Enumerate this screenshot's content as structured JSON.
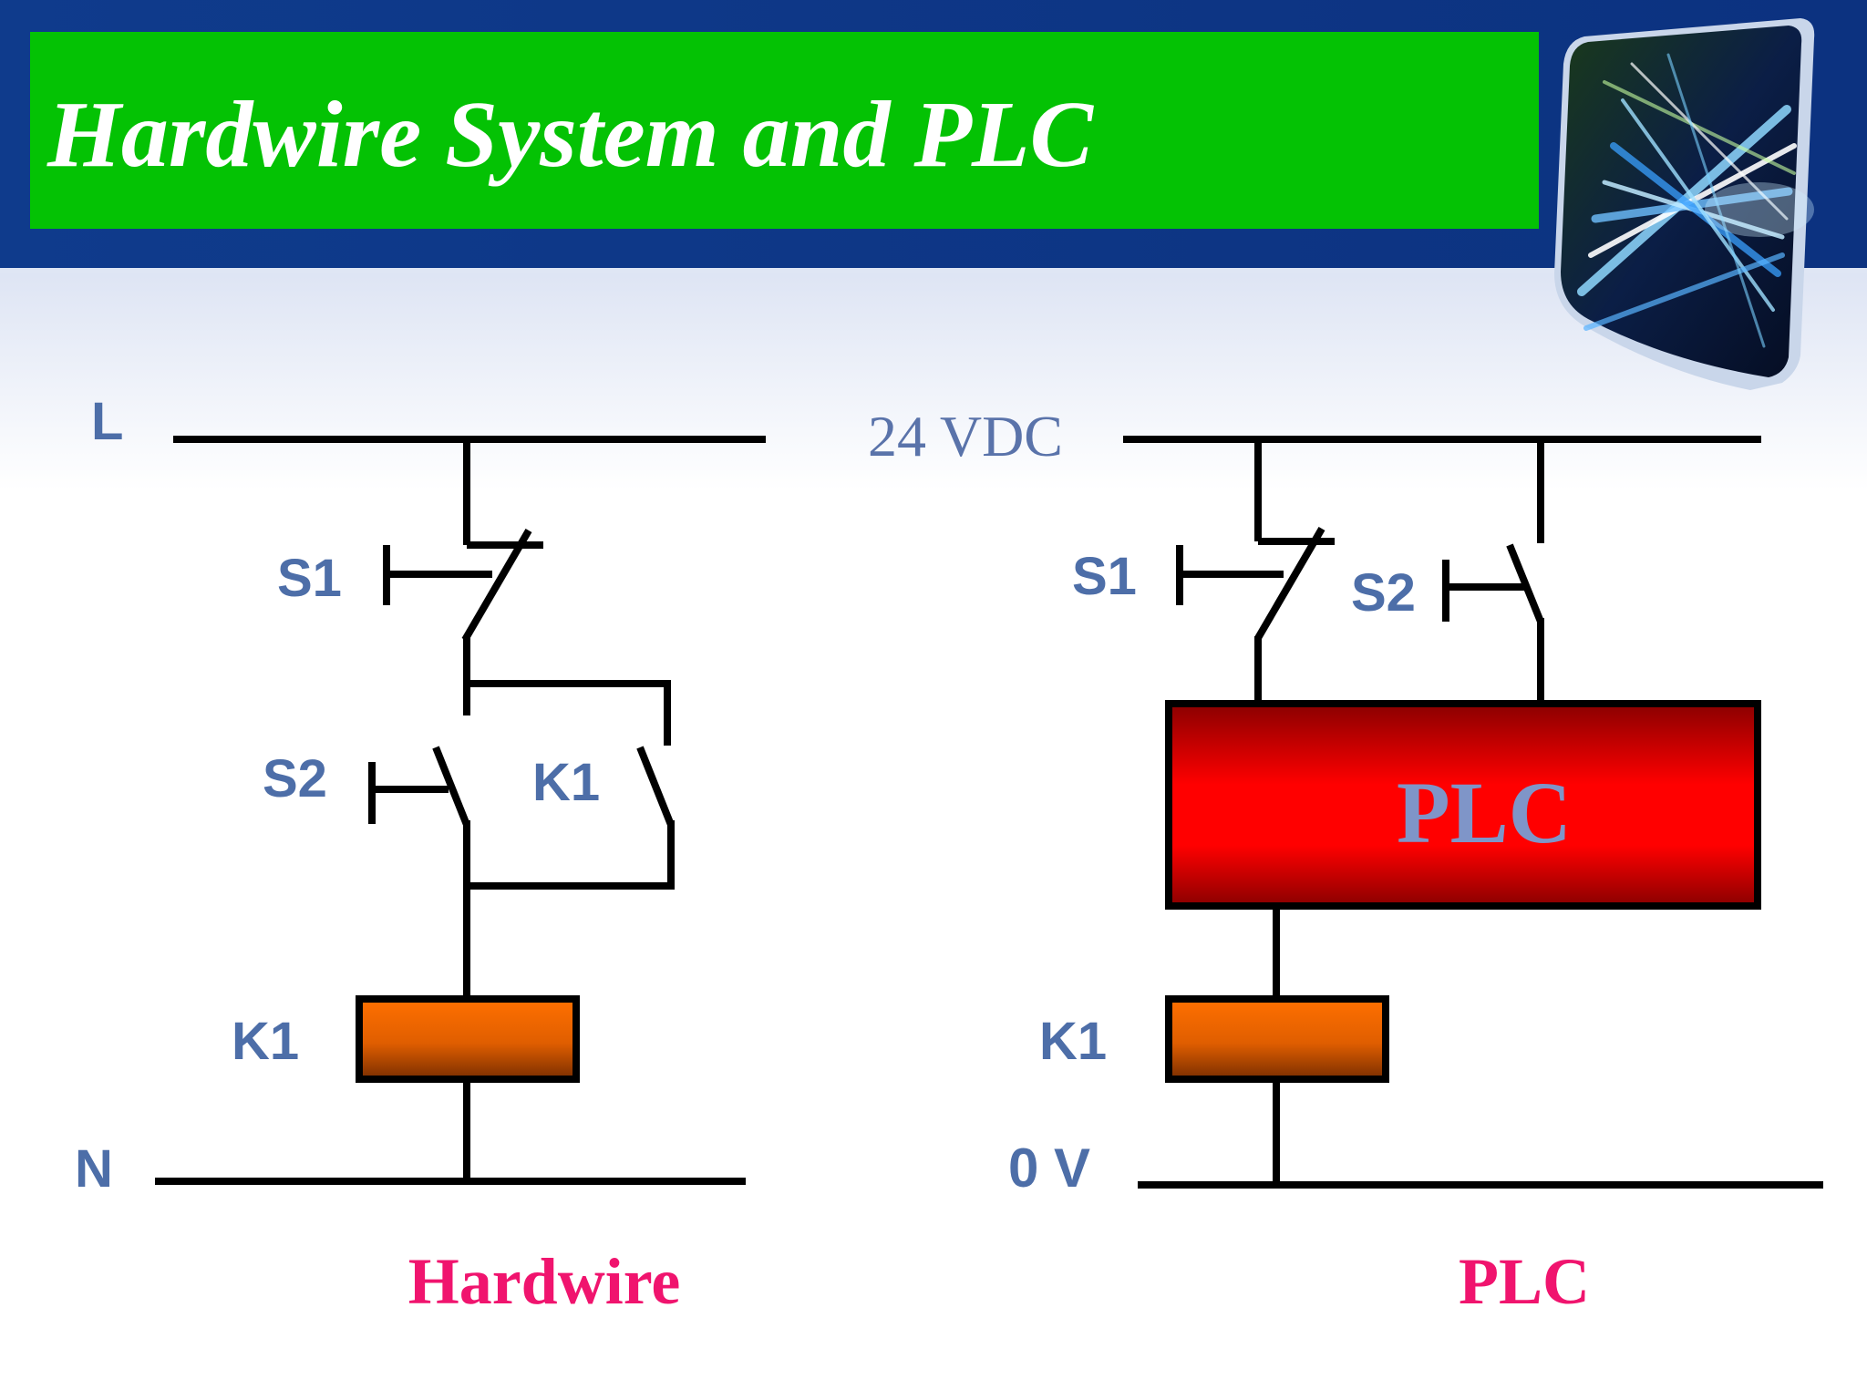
{
  "title": "Hardwire System and PLC",
  "colors": {
    "header_blue": "#0f3d8e",
    "title_bar_green": "#04c204",
    "wire": "#000000",
    "label_blue": "#4d6ea8",
    "caption_pink": "#f0146e",
    "plc_red": "#ff0000",
    "coil_orange": "#f26d00"
  },
  "decoration": {
    "icon": "light-streak-cube-icon"
  },
  "hardwire": {
    "caption": "Hardwire",
    "rail_top_label": "L",
    "rail_bottom_label": "N",
    "switch_s1_label": "S1",
    "switch_s2_label": "S2",
    "contact_k1_label": "K1",
    "coil_k1_label": "K1"
  },
  "plc": {
    "caption": "PLC",
    "rail_top_label": "24 VDC",
    "rail_bottom_label": "0 V",
    "switch_s1_label": "S1",
    "switch_s2_label": "S2",
    "controller_label": "PLC",
    "coil_k1_label": "K1"
  }
}
